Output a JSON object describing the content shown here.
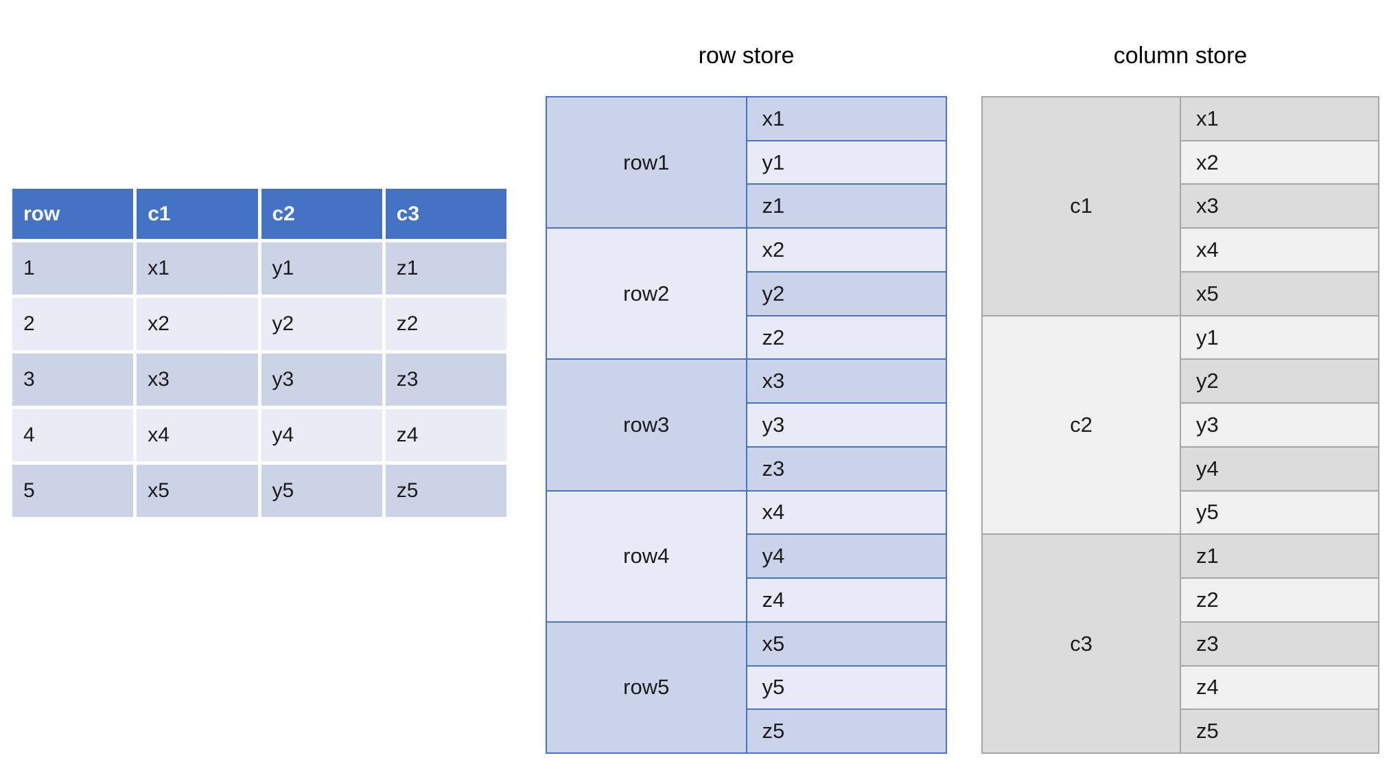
{
  "source_table": {
    "headers": [
      "row",
      "c1",
      "c2",
      "c3"
    ],
    "rows": [
      [
        "1",
        "x1",
        "y1",
        "z1"
      ],
      [
        "2",
        "x2",
        "y2",
        "z2"
      ],
      [
        "3",
        "x3",
        "y3",
        "z3"
      ],
      [
        "4",
        "x4",
        "y4",
        "z4"
      ],
      [
        "5",
        "x5",
        "y5",
        "z5"
      ]
    ]
  },
  "row_store_panel": {
    "title": "row store",
    "blocks": [
      {
        "label": "row1",
        "values": [
          "x1",
          "y1",
          "z1"
        ]
      },
      {
        "label": "row2",
        "values": [
          "x2",
          "y2",
          "z2"
        ]
      },
      {
        "label": "row3",
        "values": [
          "x3",
          "y3",
          "z3"
        ]
      },
      {
        "label": "row4",
        "values": [
          "x4",
          "y4",
          "z4"
        ]
      },
      {
        "label": "row5",
        "values": [
          "x5",
          "y5",
          "z5"
        ]
      }
    ]
  },
  "column_store_panel": {
    "title": "column store",
    "blocks": [
      {
        "label": "c1",
        "values": [
          "x1",
          "x2",
          "x3",
          "x4",
          "x5"
        ]
      },
      {
        "label": "c2",
        "values": [
          "y1",
          "y2",
          "y3",
          "y4",
          "y5"
        ]
      },
      {
        "label": "c3",
        "values": [
          "z1",
          "z2",
          "z3",
          "z4",
          "z5"
        ]
      }
    ]
  },
  "colors": {
    "header_blue": "#4472C4",
    "band_dark": "#CDD3E6",
    "band_light": "#E9EBF5",
    "row_store_border": "#4472C4",
    "row_store_dark": "#CBD3EA",
    "row_store_light": "#E8EBF7",
    "col_store_border": "#A6A6A6",
    "col_store_dark": "#DCDCDC",
    "col_store_light": "#F0F0F0"
  }
}
